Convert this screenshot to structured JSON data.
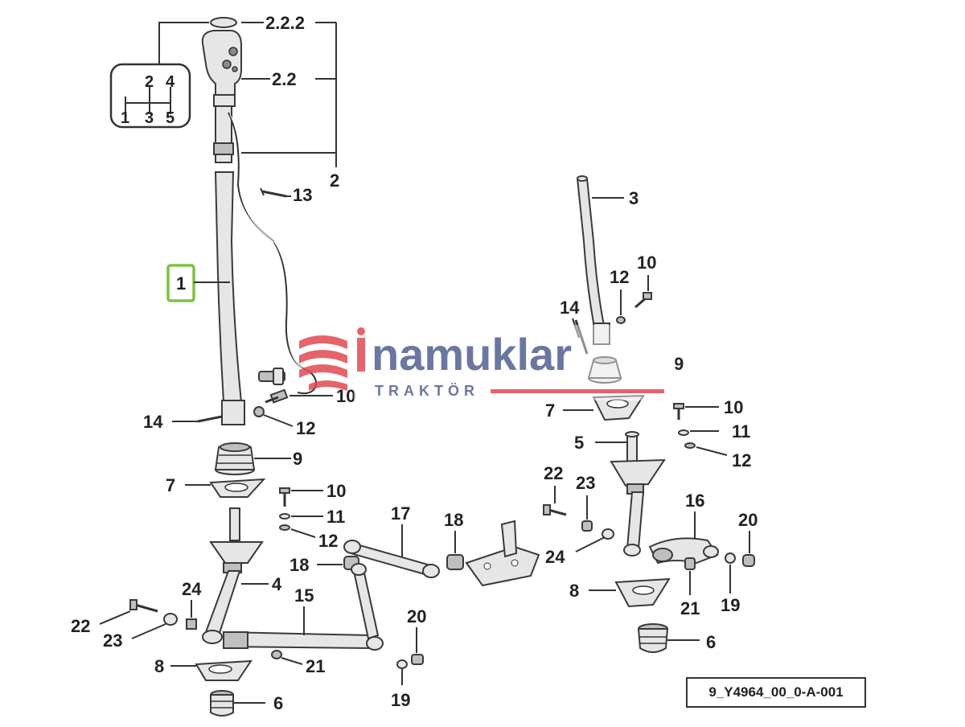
{
  "shift_pattern": {
    "top": [
      "2",
      "4"
    ],
    "bottom": [
      "1",
      "3",
      "5"
    ]
  },
  "callouts": {
    "c_2_2_2": "2.2.2",
    "c_2_2": "2.2",
    "c_2": "2",
    "c_13": "13",
    "c_1": "1",
    "c_10a": "10",
    "c_14a": "14",
    "c_12a": "12",
    "c_9a": "9",
    "c_7a": "7",
    "c_10b": "10",
    "c_11a": "11",
    "c_12b": "12",
    "c_17": "17",
    "c_18a": "18",
    "c_18b": "18",
    "c_4": "4",
    "c_15": "15",
    "c_24a": "24",
    "c_22a": "22",
    "c_23a": "23",
    "c_20a": "20",
    "c_8a": "8",
    "c_21a": "21",
    "c_19a": "19",
    "c_6a": "6",
    "c_3": "3",
    "c_10c": "10",
    "c_12c": "12",
    "c_14b": "14",
    "c_9b": "9",
    "c_7b": "7",
    "c_10d": "10",
    "c_11b": "11",
    "c_12d": "12",
    "c_5": "5",
    "c_22b": "22",
    "c_23b": "23",
    "c_24b": "24",
    "c_16": "16",
    "c_20b": "20",
    "c_8b": "8",
    "c_21b": "21",
    "c_19b": "19",
    "c_6b": "6"
  },
  "watermark": {
    "brand": "namuklar",
    "tagline": "TRAKTÖR"
  },
  "reference_code": "9_Y4964_00_0-A-001",
  "colors": {
    "highlight": "#7cc242",
    "watermark_red": "#e0434c",
    "watermark_blue": "#4a5a8c"
  }
}
